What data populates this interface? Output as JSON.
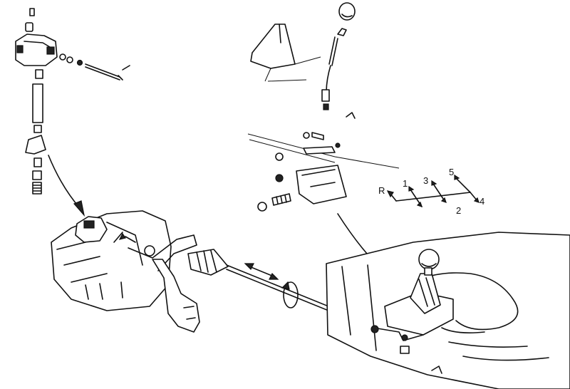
{
  "gear_pattern": {
    "reverse": "R",
    "g1": "1",
    "g2": "2",
    "g3": "3",
    "g4": "4",
    "g5": "5"
  }
}
